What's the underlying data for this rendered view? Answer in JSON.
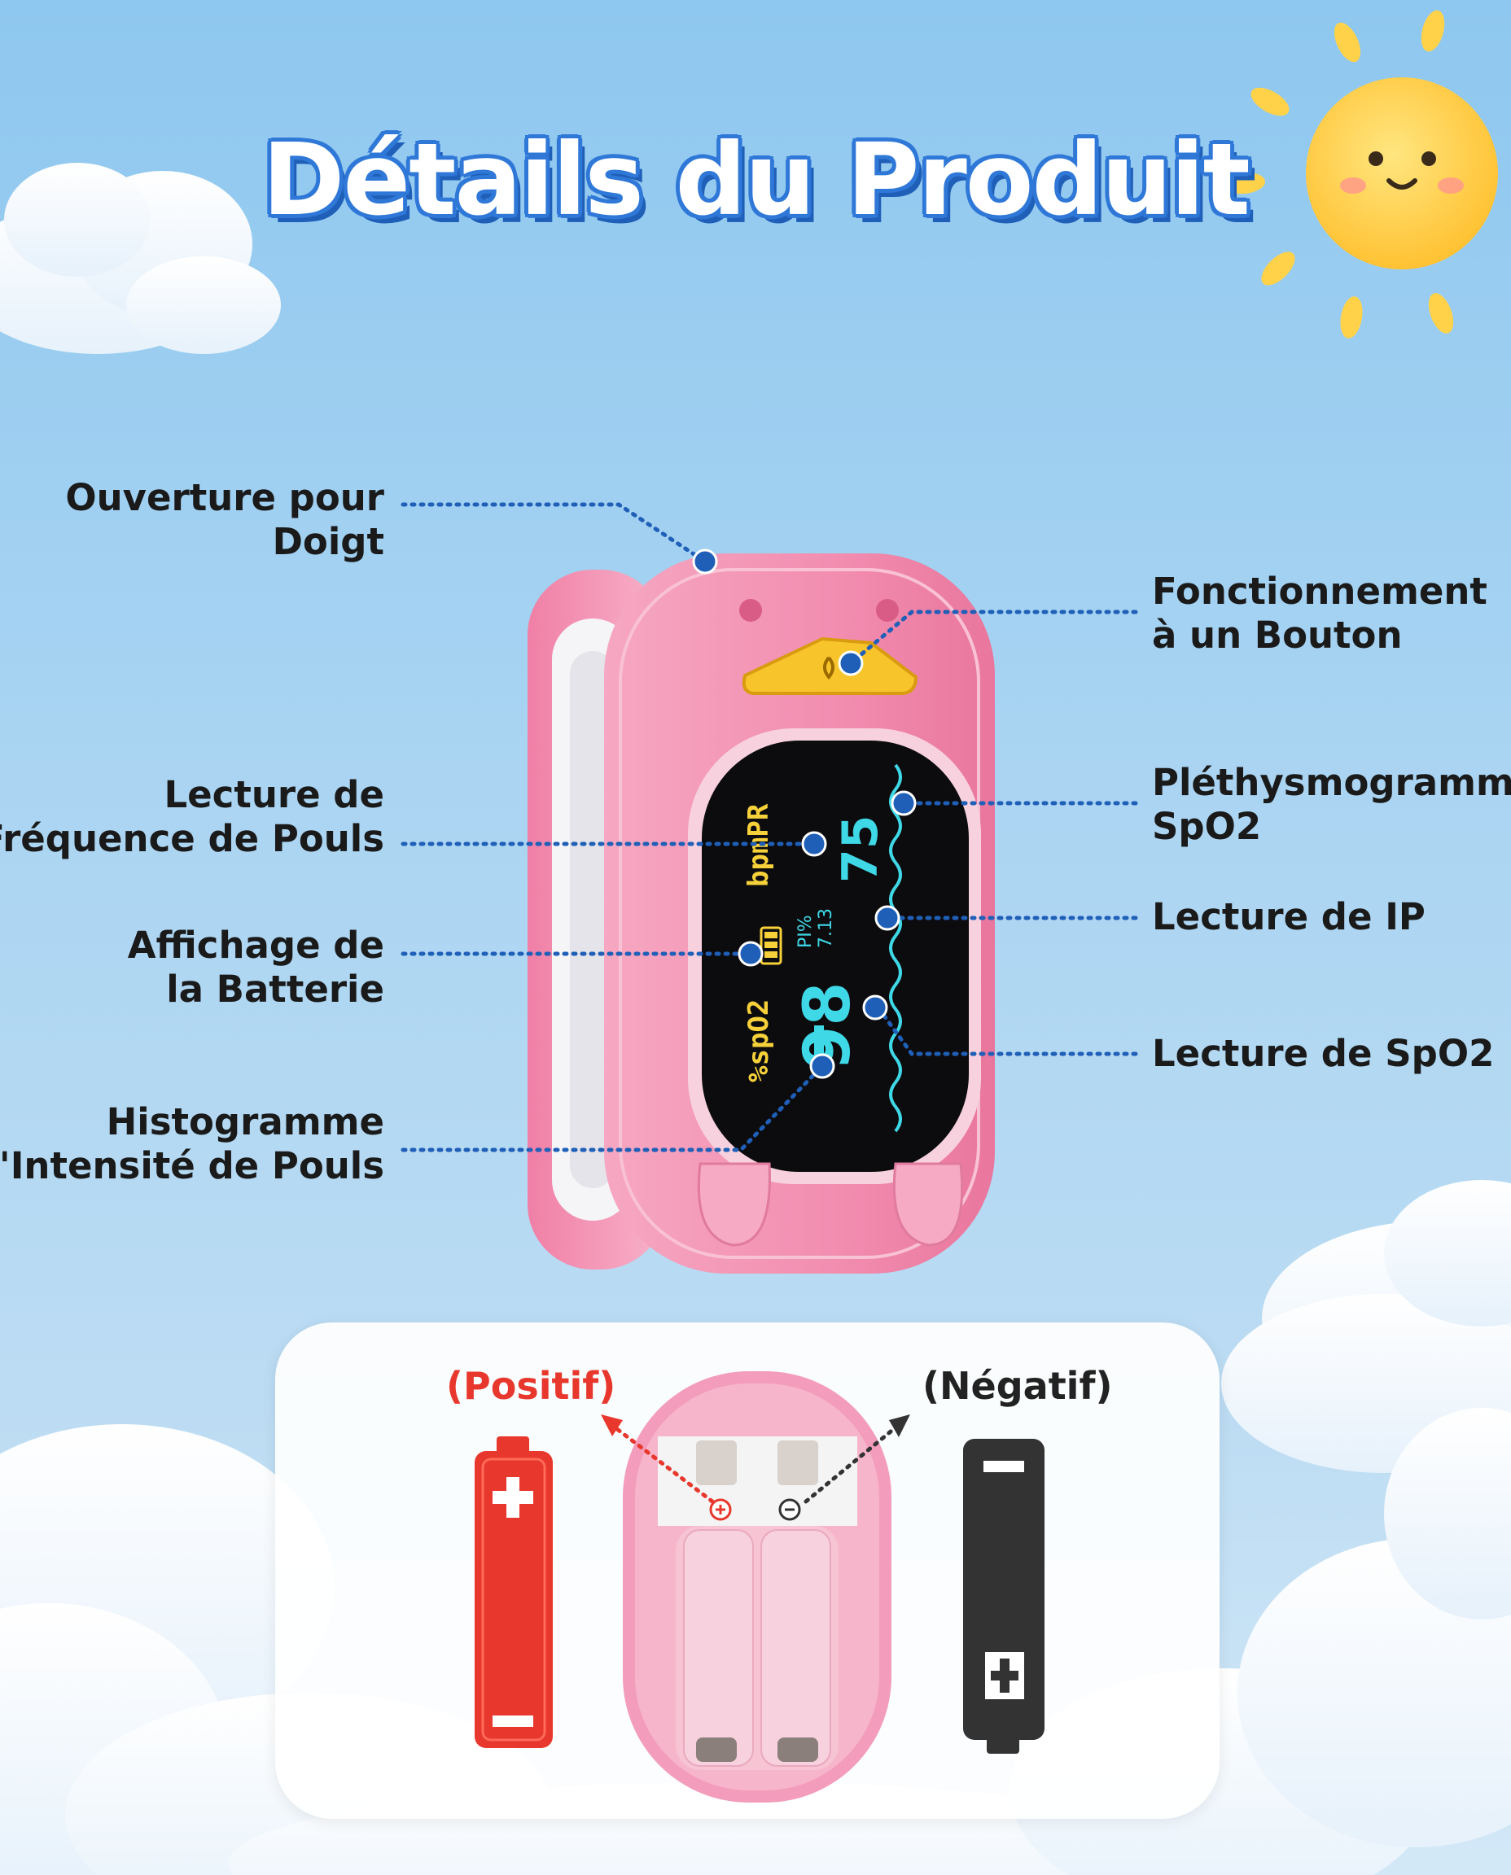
{
  "title": "Détails du Produit",
  "labels": {
    "finger_opening": [
      "Ouverture pour",
      "Doigt"
    ],
    "one_button": [
      "Fonctionnement",
      "à un Bouton"
    ],
    "pulse_rate_reading": [
      "Lecture de",
      "Fréquence de Pouls"
    ],
    "pleth": [
      "Pléthysmogramme",
      "SpO2"
    ],
    "battery_display": [
      "Affichage de",
      "la Batterie"
    ],
    "pi_reading": [
      "Lecture de IP"
    ],
    "spo2_reading": [
      "Lecture de SpO2"
    ],
    "pulse_histogram": [
      "Histogramme",
      "d'Intensité de Pouls"
    ]
  },
  "screen": {
    "spo2_unit": "%spO2",
    "spo2_value": "98",
    "pr_unit": "bpmPR",
    "pr_value": "75",
    "pi_label": "PI%",
    "pi_value": "7.13"
  },
  "battery": {
    "positive_label": "(Positif)",
    "negative_label": "(Négatif)"
  },
  "colors": {
    "title_outline": "#2f78d8",
    "connector": "#1f5fb8",
    "device_pink": "#f08cae",
    "screen_yellow": "#f7d13a",
    "screen_cyan": "#3fd8e6",
    "positive_red": "#e8372c",
    "negative_dark": "#333333"
  }
}
